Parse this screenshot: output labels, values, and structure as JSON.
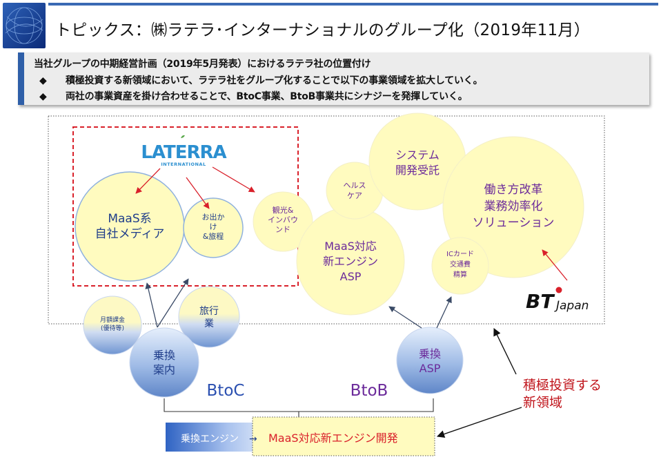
{
  "title": "トピックス：㈱ラテラ･インターナショナルのグループ化（2019年11月）",
  "summary": {
    "heading": "当社グループの中期経営計画（2019年5月発表）におけるラテラ社の位置付け",
    "bullet_symbol": "◆",
    "bullets": [
      "積極投資する新領域において、ラテラ社をグループ化することで以下の事業領域を拡大していく。",
      "両社の事業資産を掛け合わせることで、BtoC事業、BtoB事業共にシナジーを発揮していく。"
    ]
  },
  "laterra_logo": {
    "name": "LATERRA",
    "sub": "INTERNATIONAL"
  },
  "bt_logo": {
    "main": "BT",
    "sub": "Japan"
  },
  "bubbles": {
    "maas_media": "MaaS系\n自社メディア",
    "odekake": "お出か\nけ\n&旅程",
    "kanko": "観光&\nインバウ\nンド",
    "health": "ヘルス\nケア",
    "system": "システム\n開発受託",
    "hatarakikata": "働き方改革\n業務効率化\nソリューション",
    "ic_card": "ICカード\n交通費\n精算",
    "maas_asp": "MaaS対応\n新エンジン\nASP",
    "gekkaku": "月額課金\n(優待等)",
    "ryoko": "旅行\n業",
    "norikae_annai": "乗換\n案内",
    "norikae_asp": "乗換\nASP"
  },
  "labels": {
    "btoc": "BtoC",
    "btob": "BtoB",
    "new_area": "積極投資する\n新領域"
  },
  "engine_bar": {
    "left": "乗換エンジン",
    "arrow": "→",
    "right": "MaaS対応新エンジン開発"
  },
  "colors": {
    "accent_blue": "#2f5fa8",
    "bubble_yellow": "#fffbbf",
    "bubble_blue": "#6f95d2",
    "red": "#d9202a",
    "purple": "#6b2a9a",
    "btoc_blue": "#2a4fb0"
  }
}
